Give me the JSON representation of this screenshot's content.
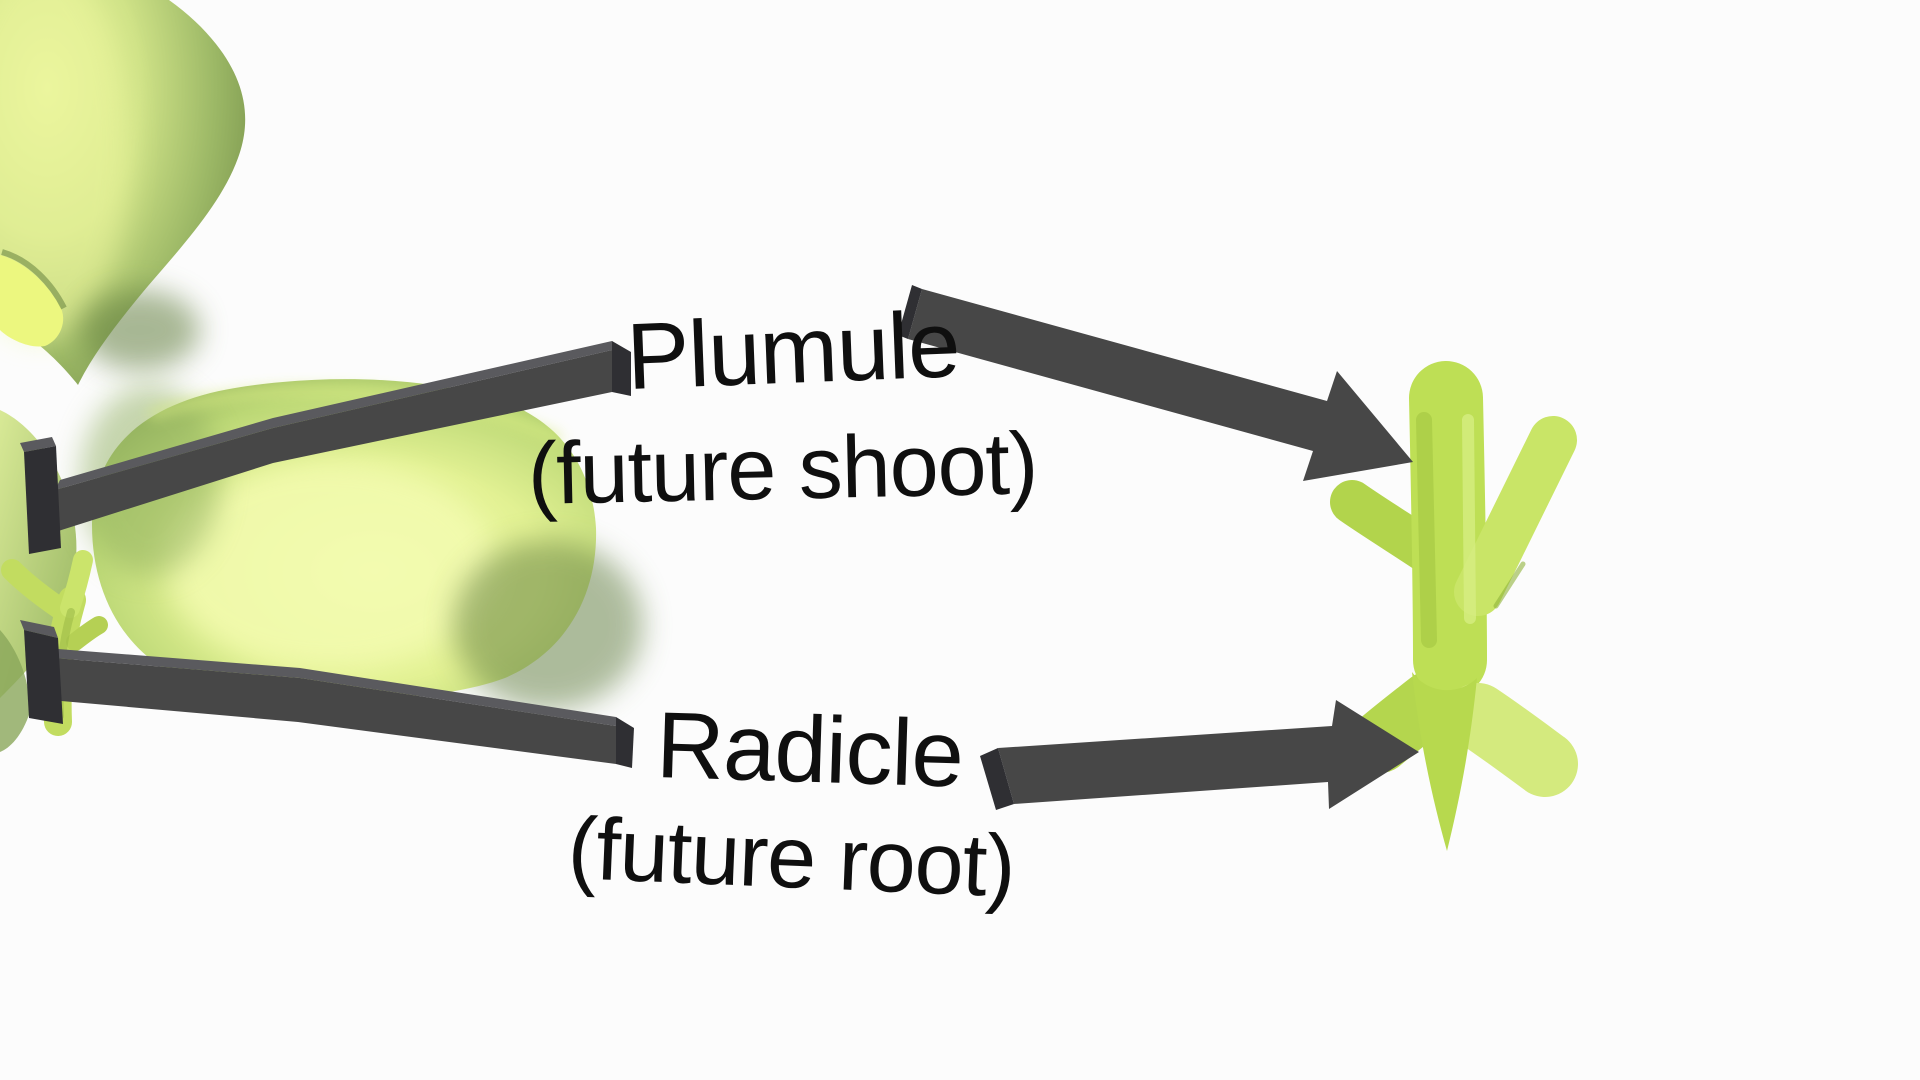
{
  "diagram": {
    "type": "labeled-3d-illustration",
    "subject": "Seed embryo parts (cotyledons, embryo axis, seedling)",
    "labels": {
      "plumule": {
        "title": "Plumule",
        "subtitle": "(future shoot)"
      },
      "radicle": {
        "title": "Radicle",
        "subtitle": "(future root)"
      }
    }
  },
  "colors": {
    "background": "#fcfcfc",
    "label_text": "#0f0f0f",
    "annotation": "#474747",
    "annotation_top": "#5a5a5e",
    "annotation_end": "#2f2f33",
    "seedling_green": "#bedf55",
    "seed_light": "#eef9a5",
    "seed_dark": "#7d9a4e"
  }
}
